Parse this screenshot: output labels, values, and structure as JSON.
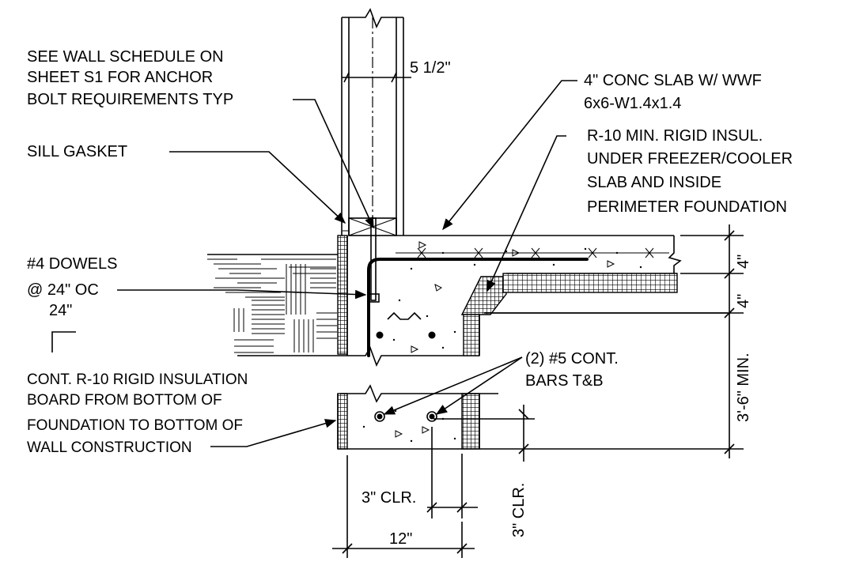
{
  "labels": {
    "wall_schedule": [
      "SEE WALL SCHEDULE ON",
      "SHEET S1 FOR ANCHOR",
      "BOLT REQUIREMENTS TYP"
    ],
    "sill_gasket": "SILL GASKET",
    "dowels": [
      "#4 DOWELS",
      "@ 24\" OC"
    ],
    "dowel_length": "24\"",
    "insulation_board": [
      "CONT. R-10 RIGID INSULATION",
      "BOARD FROM BOTTOM OF",
      "FOUNDATION TO BOTTOM OF",
      "WALL CONSTRUCTION"
    ],
    "slab": [
      "4\" CONC SLAB W/ WWF",
      "6x6-W1.4x1.4"
    ],
    "rigid_insul": [
      "R-10 MIN. RIGID INSUL.",
      "UNDER FREEZER/COOLER",
      "SLAB AND INSIDE",
      "PERIMETER FOUNDATION"
    ],
    "bars": [
      "(2) #5 CONT.",
      "BARS T&B"
    ]
  },
  "dimensions": {
    "wall_width": "5 1/2\"",
    "slab_thickness": "4\"",
    "insul_thickness": "4\"",
    "footing_depth": "3'-6\" MIN.",
    "side_clear": "3\" CLR.",
    "bottom_clear": "3\" CLR.",
    "footing_width": "12\""
  }
}
